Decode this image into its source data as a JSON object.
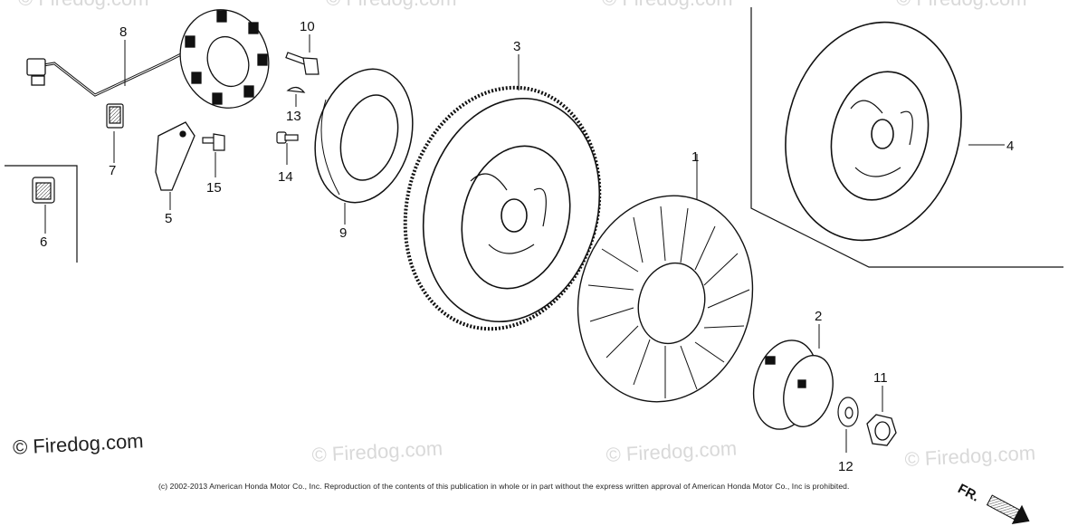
{
  "watermark": {
    "text": "© Firedog.com"
  },
  "brand": {
    "text": "© Firedog.com"
  },
  "copyright": {
    "text": "(c) 2002-2013 American Honda Motor Co., Inc. Reproduction of the contents of this publication in whole or in part without the express written approval of American Honda Motor Co., Inc is prohibited."
  },
  "direction": {
    "label": "FR."
  },
  "callouts": [
    "1",
    "2",
    "3",
    "4",
    "5",
    "6",
    "7",
    "8",
    "9",
    "10",
    "11",
    "12",
    "13",
    "14",
    "15"
  ]
}
